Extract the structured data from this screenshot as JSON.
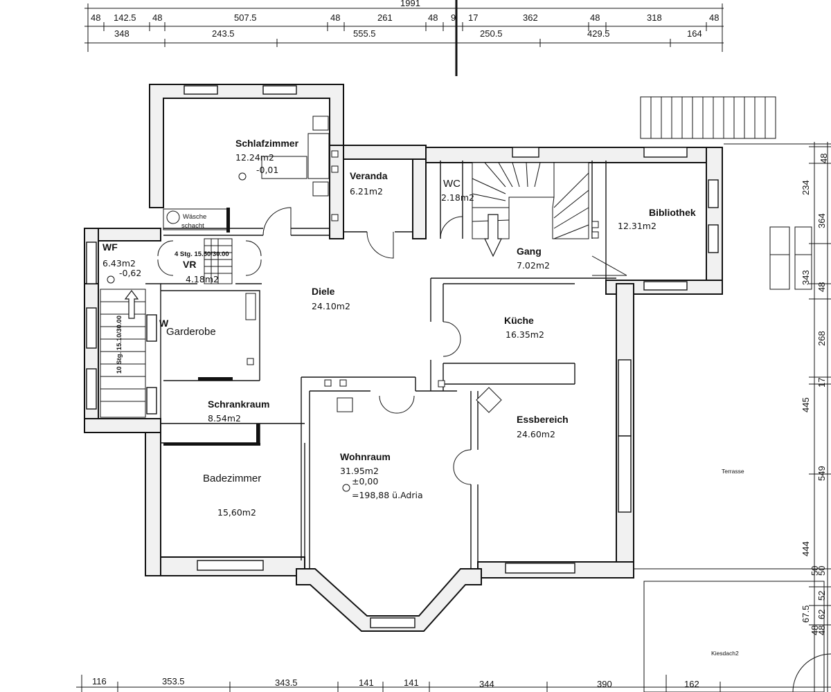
{
  "dimensions_top": {
    "total": "1991",
    "row1": [
      "48",
      "142.5",
      "48",
      "507.5",
      "48",
      "261",
      "48",
      "9",
      "17",
      "362",
      "48",
      "318",
      "48"
    ],
    "row2": [
      "348",
      "243.5",
      "555.5",
      "250.5",
      "429.5",
      "164"
    ]
  },
  "dimensions_bottom": [
    "116",
    "353.5",
    "343.5",
    "141",
    "141",
    "344",
    "390",
    "162"
  ],
  "dimensions_right": [
    "48",
    "234",
    "364",
    "343",
    "48",
    "268",
    "17",
    "445",
    "549",
    "444",
    "50",
    "50",
    "52",
    "62",
    "48",
    "67.5",
    "48"
  ],
  "rooms": {
    "schlafzimmer": {
      "name": "Schlafzimmer",
      "area": "12.24m2",
      "level": "-0,01"
    },
    "veranda": {
      "name": "Veranda",
      "area": "6.21m2"
    },
    "wc": {
      "name": "WC",
      "area": "2.18m2"
    },
    "bibliothek": {
      "name": "Bibliothek",
      "area": "12.31m2"
    },
    "gang": {
      "name": "Gang",
      "area": "7.02m2"
    },
    "wf": {
      "name": "WF",
      "area": "6.43m2",
      "level": "-0,62"
    },
    "vr": {
      "name": "VR",
      "area": "4.18m2"
    },
    "diele": {
      "name": "Diele",
      "area": "24.10m2"
    },
    "kueche": {
      "name": "Küche",
      "area": "16.35m2"
    },
    "garderobe": {
      "name": "Garderobe"
    },
    "schrankraum": {
      "name": "Schrankraum",
      "area": "8.54m2"
    },
    "essbereich": {
      "name": "Essbereich",
      "area": "24.60m2"
    },
    "wohnraum": {
      "name": "Wohnraum",
      "area": "31.95m2",
      "level": "±0,00",
      "elevation": "=198,88  ü.Adria"
    },
    "badezimmer": {
      "name": "Badezimmer",
      "area": "15,60m2"
    }
  },
  "labels": {
    "waesche_line1": "Wäsche",
    "waesche_line2": "schacht",
    "stairs_upper": "4 Stg. 15.50/30.00",
    "stairs_left": "10 Stg. 15.10/30.00",
    "terrasse": "Terrasse",
    "kiesdach": "Kiesdach2",
    "w_letter": "W"
  }
}
